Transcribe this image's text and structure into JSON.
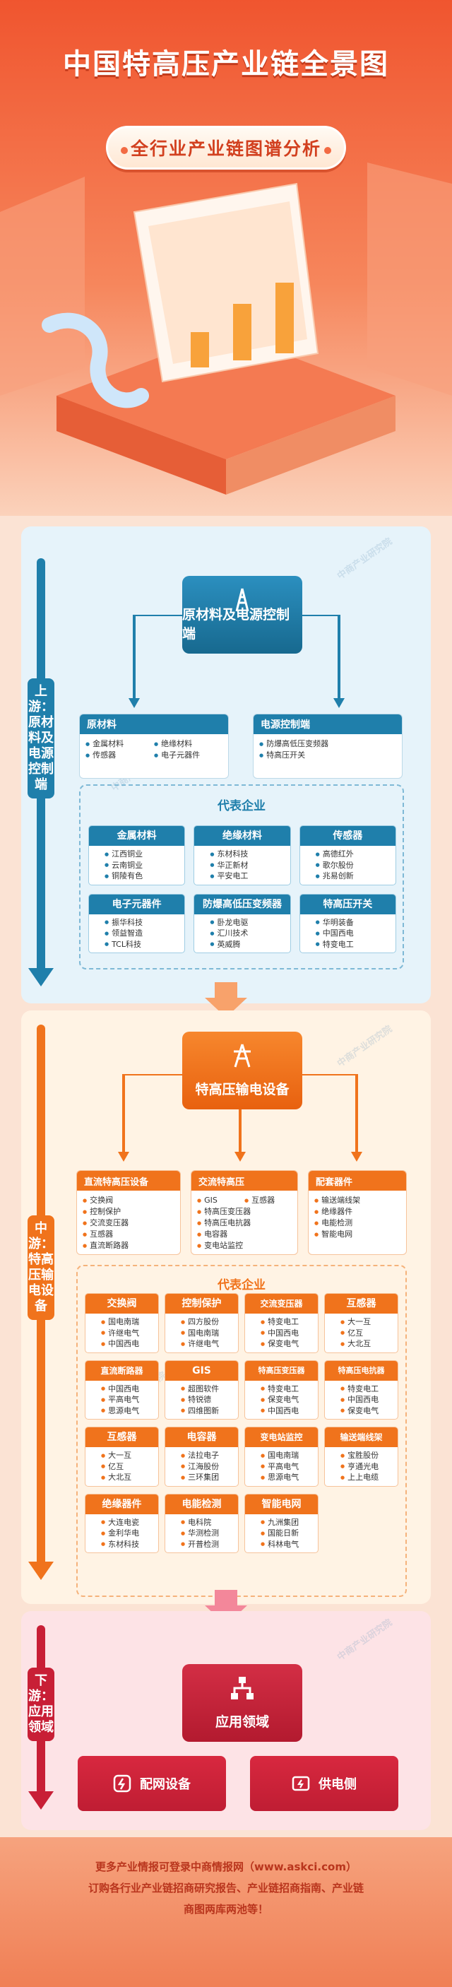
{
  "header": {
    "title": "中国特高压产业链全景图",
    "subtitle": "全行业产业链图谱分析"
  },
  "watermark": "中商产业研究院",
  "upstream": {
    "side_label": "上游：原材料及电源控制端",
    "hub_label": "原材料及电源控制端",
    "categories": [
      {
        "title": "原材料",
        "items": [
          "金属材料",
          "绝缘材料",
          "传感器",
          "电子元器件"
        ]
      },
      {
        "title": "电源控制端",
        "items": [
          "防爆高低压变频器",
          "特高压开关"
        ]
      }
    ],
    "rep_title": "代表企业",
    "companies": [
      {
        "title": "金属材料",
        "items": [
          "江西铜业",
          "云南铜业",
          "铜陵有色"
        ]
      },
      {
        "title": "绝缘材料",
        "items": [
          "东材科技",
          "华正新材",
          "平安电工"
        ]
      },
      {
        "title": "传感器",
        "items": [
          "高德红外",
          "歌尔股份",
          "兆易创新"
        ]
      },
      {
        "title": "电子元器件",
        "items": [
          "振华科技",
          "领益智造",
          "TCL科技"
        ]
      },
      {
        "title": "防爆高低压变频器",
        "items": [
          "卧龙电驱",
          "汇川技术",
          "英威腾"
        ]
      },
      {
        "title": "特高压开关",
        "items": [
          "华明装备",
          "中国西电",
          "特变电工"
        ]
      }
    ]
  },
  "midstream": {
    "side_label": "中游：特高压输电设备",
    "hub_label": "特高压输电设备",
    "categories": [
      {
        "title": "直流特高压设备",
        "items": [
          "交换阀",
          "控制保护",
          "交流变压器",
          "互感器",
          "直流断路器"
        ]
      },
      {
        "title": "交流特高压",
        "items": [
          "GIS",
          "互感器",
          "特高压变压器",
          "特高压电抗器",
          "电容器",
          "变电站监控"
        ]
      },
      {
        "title": "配套器件",
        "items": [
          "输送端线架",
          "绝缘器件",
          "电能检测",
          "智能电网"
        ]
      }
    ],
    "rep_title": "代表企业",
    "companies": [
      {
        "title": "交换阀",
        "items": [
          "国电南瑞",
          "许继电气",
          "中国西电"
        ]
      },
      {
        "title": "控制保护",
        "items": [
          "四方股份",
          "国电南瑞",
          "许继电气"
        ]
      },
      {
        "title": "交流变压器",
        "items": [
          "特变电工",
          "中国西电",
          "保变电气"
        ]
      },
      {
        "title": "互感器",
        "items": [
          "大一互",
          "亿互",
          "大北互"
        ]
      },
      {
        "title": "直流断路器",
        "items": [
          "中国西电",
          "平高电气",
          "思源电气"
        ]
      },
      {
        "title": "GIS",
        "items": [
          "超图软件",
          "特锐德",
          "四维图新"
        ]
      },
      {
        "title": "特高压变压器",
        "items": [
          "特变电工",
          "保变电气",
          "中国西电"
        ]
      },
      {
        "title": "特高压电抗器",
        "items": [
          "特变电工",
          "中国西电",
          "保变电气"
        ]
      },
      {
        "title": "互感器",
        "items": [
          "大一互",
          "亿互",
          "大北互"
        ]
      },
      {
        "title": "电容器",
        "items": [
          "法拉电子",
          "江海股份",
          "三环集团"
        ]
      },
      {
        "title": "变电站监控",
        "items": [
          "国电南瑞",
          "平高电气",
          "思源电气"
        ]
      },
      {
        "title": "输送端线架",
        "items": [
          "宝胜股份",
          "亨通光电",
          "上上电缆"
        ]
      },
      {
        "title": "绝缘器件",
        "items": [
          "大连电瓷",
          "金利华电",
          "东材科技"
        ]
      },
      {
        "title": "电能检测",
        "items": [
          "电科院",
          "华测检测",
          "开普检测"
        ]
      },
      {
        "title": "智能电网",
        "items": [
          "九洲集团",
          "国能日新",
          "科林电气"
        ]
      }
    ]
  },
  "downstream": {
    "side_label": "下游：应用领域",
    "hub_label": "应用领域",
    "apps": [
      "配网设备",
      "供电侧"
    ]
  },
  "footer": {
    "line1": "更多产业情报可登录中商情报网（www.askci.com）",
    "line2": "订购各行业产业链招商研究报告、产业链招商指南、产业链",
    "line3": "商图两库两池等！"
  },
  "colors": {
    "blue": "#1f7fab",
    "orange": "#f0731c",
    "red": "#c81f36"
  }
}
